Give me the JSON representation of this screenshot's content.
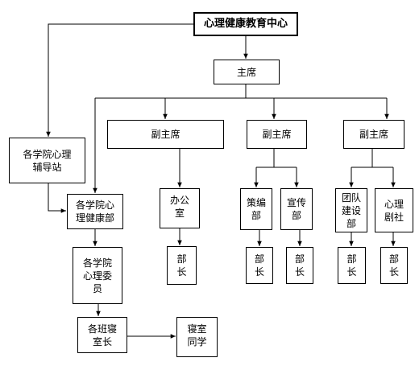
{
  "diagram": {
    "nodes": {
      "center": "心理健康教育中心",
      "chair": "主席",
      "vice_left": "副主席",
      "vice_mid": "副主席",
      "vice_right": "副主席",
      "college_station": "各学院心理\n辅导站",
      "college_dept": "各学院心\n理健康部",
      "college_committee": "各学院\n心理委\n员",
      "class_dorm": "各班寝\n室长",
      "dorm_students": "寝室\n同学",
      "office": "办公\n室",
      "office_head": "部\n长",
      "planning": "策编\n部",
      "planning_head": "部\n长",
      "publicity": "宣传\n部",
      "publicity_head": "部\n长",
      "team": "团队\n建设\n部",
      "team_head": "部\n长",
      "drama": "心理\n剧社",
      "drama_head": "部\n长"
    },
    "colors": {
      "line": "#000000",
      "box_border": "#000000",
      "background": "#ffffff"
    }
  }
}
